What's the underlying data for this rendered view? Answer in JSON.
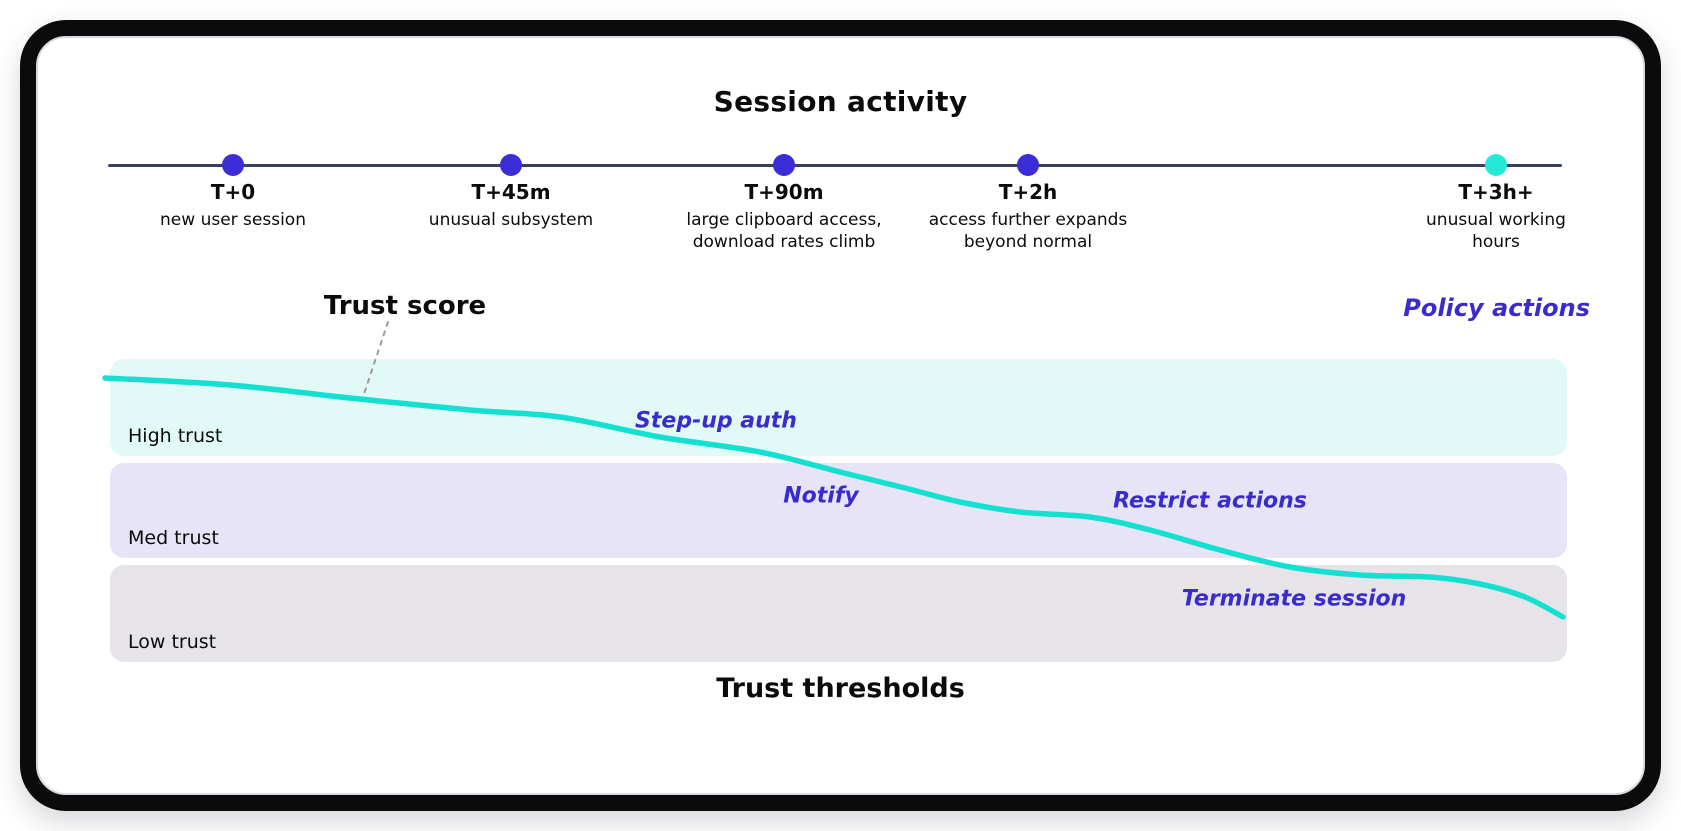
{
  "header": {
    "title": "Session activity"
  },
  "timeline": {
    "milestones": [
      {
        "time": "T+0",
        "description": "new user session",
        "dot_color": "#3c2ed6"
      },
      {
        "time": "T+45m",
        "description": "unusual subsystem",
        "dot_color": "#3c2ed6"
      },
      {
        "time": "T+90m",
        "description": "large clipboard access,\ndownload rates climb",
        "dot_color": "#3c2ed6"
      },
      {
        "time": "T+2h",
        "description": "access further expands\nbeyond normal",
        "dot_color": "#3c2ed6"
      },
      {
        "time": "T+3h+",
        "description": "unusual working\nhours",
        "dot_color": "#25e8d8"
      }
    ]
  },
  "trust_chart": {
    "curve_label": "Trust score",
    "policy_header": "Policy actions",
    "footer_title": "Trust thresholds",
    "bands": [
      {
        "label": "High trust",
        "color": "#e1faf7"
      },
      {
        "label": "Med trust",
        "color": "#e7e4f7"
      },
      {
        "label": "Low trust",
        "color": "#e6e4e9"
      }
    ],
    "policy_actions": [
      {
        "label": "Step-up auth"
      },
      {
        "label": "Notify"
      },
      {
        "label": "Restrict actions"
      },
      {
        "label": "Terminate session"
      }
    ],
    "curve": {
      "type": "line",
      "name": "Trust score",
      "points": [
        [
          105,
          378
        ],
        [
          230,
          385
        ],
        [
          350,
          398
        ],
        [
          470,
          410
        ],
        [
          560,
          417
        ],
        [
          660,
          437
        ],
        [
          760,
          452
        ],
        [
          840,
          472
        ],
        [
          905,
          488
        ],
        [
          960,
          502
        ],
        [
          1020,
          512
        ],
        [
          1090,
          517
        ],
        [
          1150,
          530
        ],
        [
          1220,
          550
        ],
        [
          1290,
          567
        ],
        [
          1360,
          575
        ],
        [
          1430,
          577
        ],
        [
          1480,
          584
        ],
        [
          1525,
          597
        ],
        [
          1563,
          617
        ]
      ],
      "trend": "declining from High trust through Med trust into Low trust"
    }
  },
  "colors": {
    "accent_indigo": "#3a2bcd",
    "dot_indigo": "#3c2ed6",
    "dot_cyan": "#25e8d8",
    "curve_cyan": "#14e0d1",
    "timeline_line": "#3a3e5e",
    "leader_line": "#9b9b9b"
  }
}
